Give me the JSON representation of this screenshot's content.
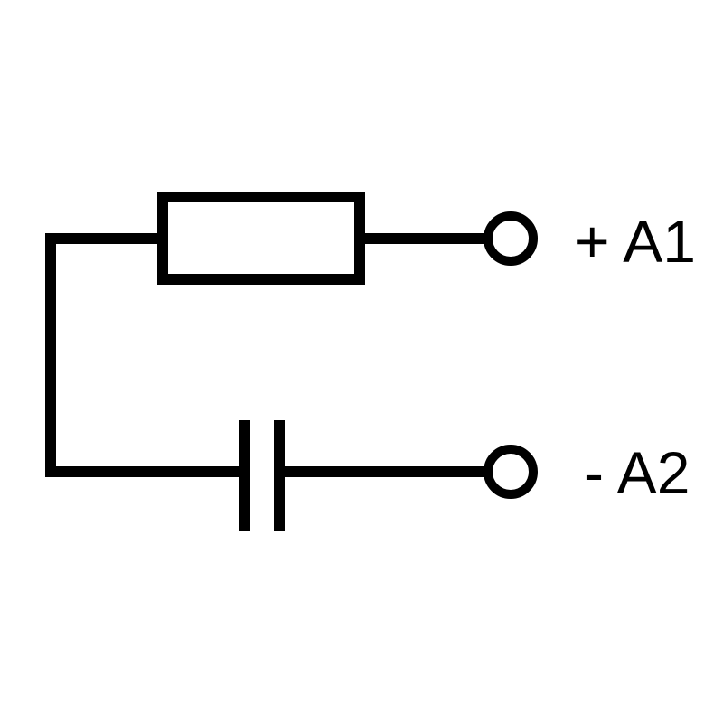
{
  "diagram": {
    "type": "circuit-schematic",
    "components": [
      {
        "kind": "resistor",
        "name": "resistor"
      },
      {
        "kind": "capacitor",
        "name": "capacitor"
      }
    ],
    "terminals": [
      {
        "id": "A1",
        "label": "+ A1"
      },
      {
        "id": "A2",
        "label": "- A2"
      }
    ],
    "colors": {
      "stroke": "#000000",
      "background": "#ffffff"
    }
  }
}
